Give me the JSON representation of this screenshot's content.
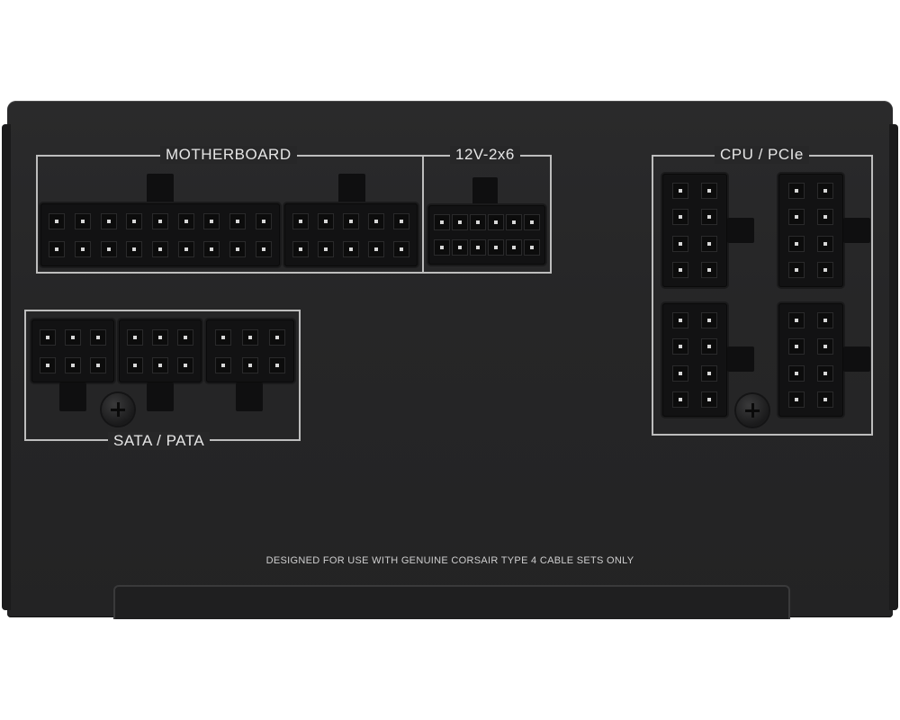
{
  "labels": {
    "motherboard": "MOTHERBOARD",
    "v12": "12V-2x6",
    "cpu_pcie": "CPU / PCIe",
    "sata_pata": "SATA / PATA",
    "footer": "DESIGNED FOR USE WITH GENUINE CORSAIR TYPE 4 CABLE SETS ONLY"
  }
}
